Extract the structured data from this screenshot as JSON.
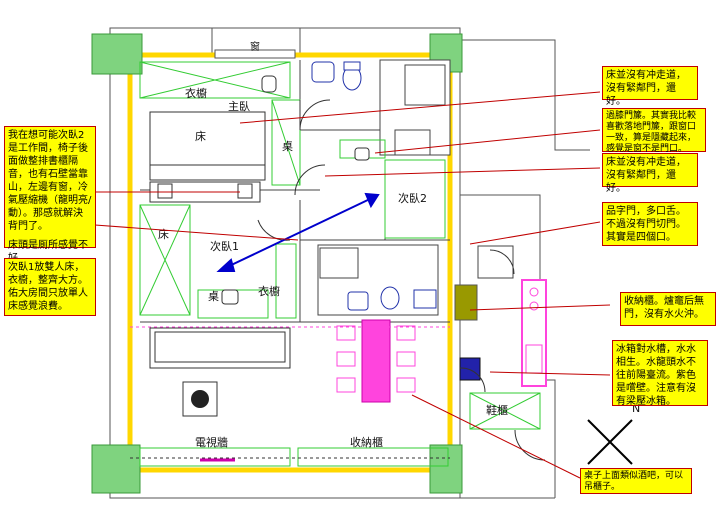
{
  "rooms": {
    "window": "窗",
    "wardrobe_master": "衣櫥",
    "master_bedroom": "主臥",
    "bed_master": "床",
    "desk_master": "桌",
    "bedroom2": "次臥2",
    "bed_room1": "床",
    "bedroom1": "次臥1",
    "desk_room1": "桌",
    "wardrobe_room1": "衣櫥",
    "tv_wall": "電視牆",
    "storage_cabinet": "收納櫃",
    "shoe_cabinet": "鞋櫃",
    "north": "N"
  },
  "notes": {
    "left": "我在想可能次臥2是工作間，椅子後面做整排書櫃隔音，也有石壁當靠山，左邊有窗，冷氣壓縮機（龍明亮/動）。那感就解決背門了。",
    "left2": "床頭是厠所感覺不好。",
    "left3": "次臥1放雙人床，衣櫥，整齊大方。佑大房間只放單人床感覺浪費。",
    "r1": "床並沒有冲走道，沒有緊鄰門，還好。",
    "r2": "過膝門簾。其實我比較喜歡落地門簾，跟窗口一致，算是隱藏起來，感覺是窗不是門口。",
    "r3": "床並沒有冲走道，沒有緊鄰門，還好。",
    "r4": "品字門，多口舌。不過沒有門切門。其實是四個口。",
    "r5": "收納櫃。爐竈后無門，沒有水火沖。",
    "r6": "冰箱對水槽，水水相生。水龍頭水不往前陽臺流。紫色是嚐壁。注意有沒有梁壓冰箱。",
    "r7": "桌子上面類似酒吧，可以吊櫃子。"
  },
  "colors": {
    "wall_yellow": "#ffd700",
    "column_green": "#7fd37f",
    "furniture_green": "#33cc33",
    "arrow_red": "#c00000",
    "arrow_blue": "#0000cc",
    "dining_magenta": "#ff44dd",
    "note_bg": "#ffff00"
  }
}
